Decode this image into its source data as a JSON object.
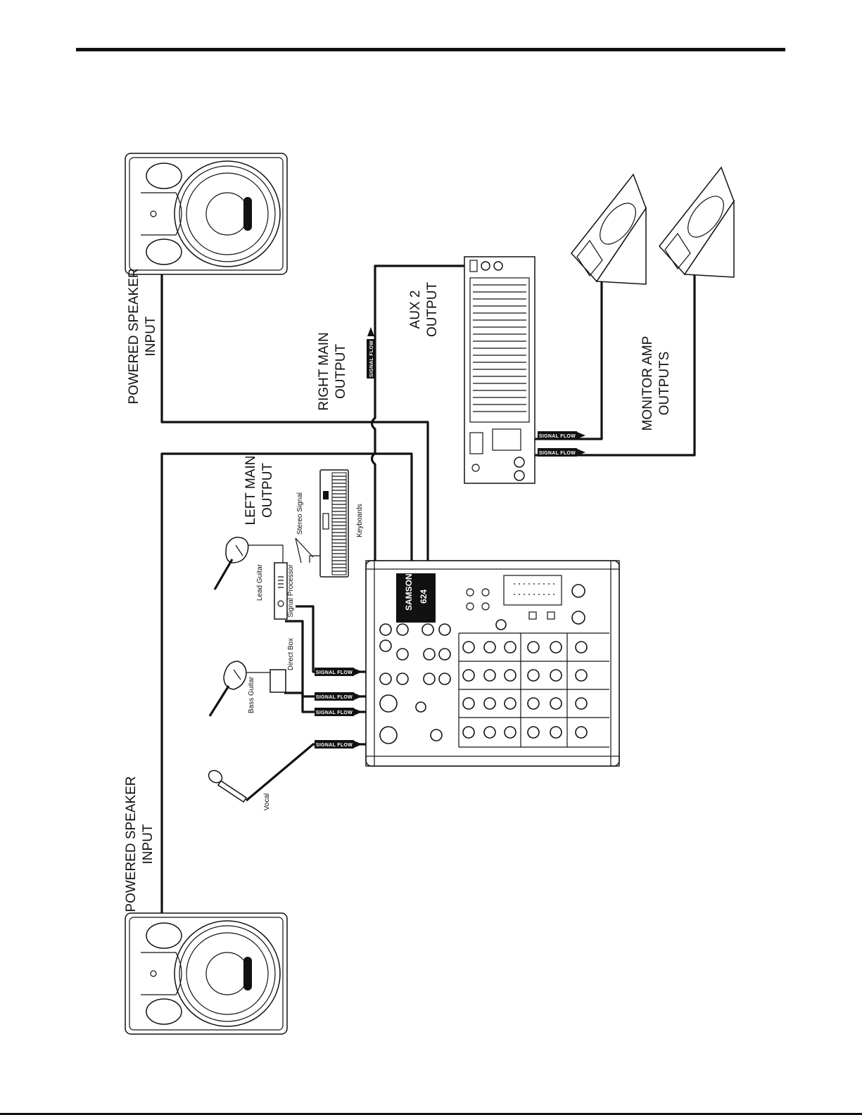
{
  "labels": {
    "powered_speaker_input_top_line1": "POWERED SPEAKER",
    "powered_speaker_input_top_line2": "INPUT",
    "powered_speaker_input_bottom_line1": "POWERED SPEAKER",
    "powered_speaker_input_bottom_line2": "INPUT",
    "right_main_output_line1": "RIGHT MAIN",
    "right_main_output_line2": "OUTPUT",
    "left_main_output_line1": "LEFT MAIN",
    "left_main_output_line2": "OUTPUT",
    "aux2_output_line1": "AUX 2",
    "aux2_output_line2": "OUTPUT",
    "monitor_amp_outputs_line1": "MONITOR AMP",
    "monitor_amp_outputs_line2": "OUTPUTS",
    "lead_guitar": "Lead Guitar",
    "signal_processor": "Signal Processor",
    "stereo_signal": "Stereo Signal",
    "keyboards": "Keyboards",
    "bass_guitar": "Bass Guitar",
    "direct_box": "Direct Box",
    "vocal": "Vocal",
    "mixer_brand": "SAMSON",
    "mixer_model": "624"
  },
  "signal_flow_tag": "SIGNAL FLOW",
  "colors": {
    "line": "#111111",
    "background": "#ffffff",
    "tag_fill": "#111111",
    "tag_text": "#ffffff"
  }
}
